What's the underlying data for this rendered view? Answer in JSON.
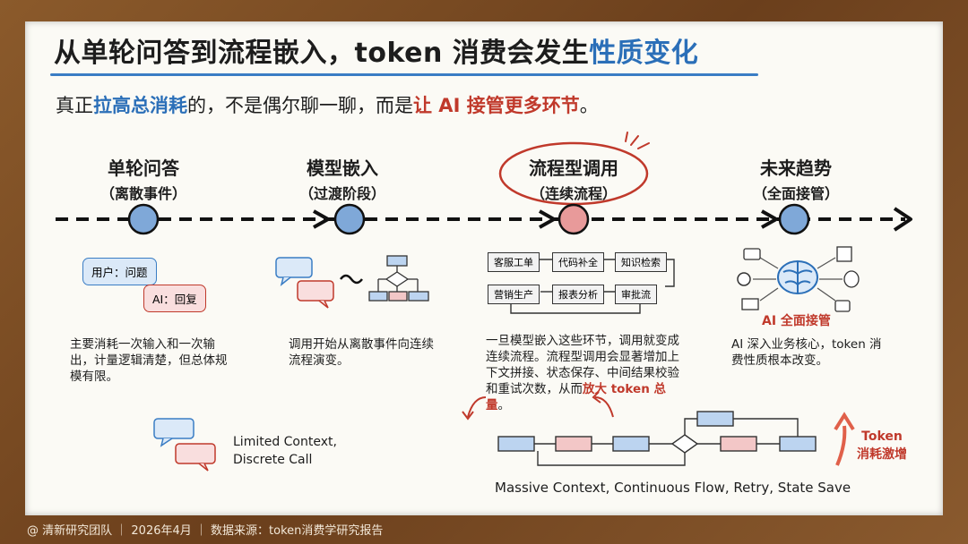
{
  "title": {
    "main": "从单轮问答到流程嵌入，token 消费会发生",
    "highlight": "性质变化"
  },
  "subtitle": {
    "part1": "真正",
    "highlight_blue": "拉高总消耗",
    "part2": "的，不是偶尔聊一聊，而是",
    "highlight_red": "让 AI 接管更多环节",
    "part3": "。"
  },
  "stages": [
    {
      "name": "单轮问答",
      "sub": "（离散事件）",
      "note": "主要消耗一次输入和一次输出，计量逻辑清楚，但总体规模有限。"
    },
    {
      "name": "模型嵌入",
      "sub": "（过渡阶段）",
      "note": "调用开始从离散事件向连续流程演变。"
    },
    {
      "name": "流程型调用",
      "sub": "（连续流程）",
      "note_main": "一旦模型嵌入这些环节，调用就变成连续流程。流程型调用会显著增加上下文拼接、状态保存、中间结果校验和重试次数，从而",
      "note_red": "放大 token 总量",
      "note_end": "。"
    },
    {
      "name": "未来趋势",
      "sub": "（全面接管）",
      "note": "AI 深入业务核心，token 消费性质根本改变。"
    }
  ],
  "stage1_bubbles": {
    "user": "用户：问题",
    "ai": "AI：回复"
  },
  "stage1_legend": {
    "line1": "Limited Context,",
    "line2": "Discrete Call"
  },
  "stage3_boxes": [
    "客服工单",
    "代码补全",
    "知识检索",
    "营销生产",
    "报表分析",
    "审批流"
  ],
  "stage4_label": "AI 全面接管",
  "bottom_caption": "Massive Context, Continuous Flow, Retry, State Save",
  "token_label": {
    "line1": "Token",
    "line2": "消耗激增"
  },
  "footer": "@ 清新研究团队 ｜ 2026年4月 ｜ 数据来源：token消费学研究报告",
  "colors": {
    "blue": "#2b6fb8",
    "red": "#c0392b",
    "wood": "#7a4a22",
    "board": "#fbfaf5"
  }
}
